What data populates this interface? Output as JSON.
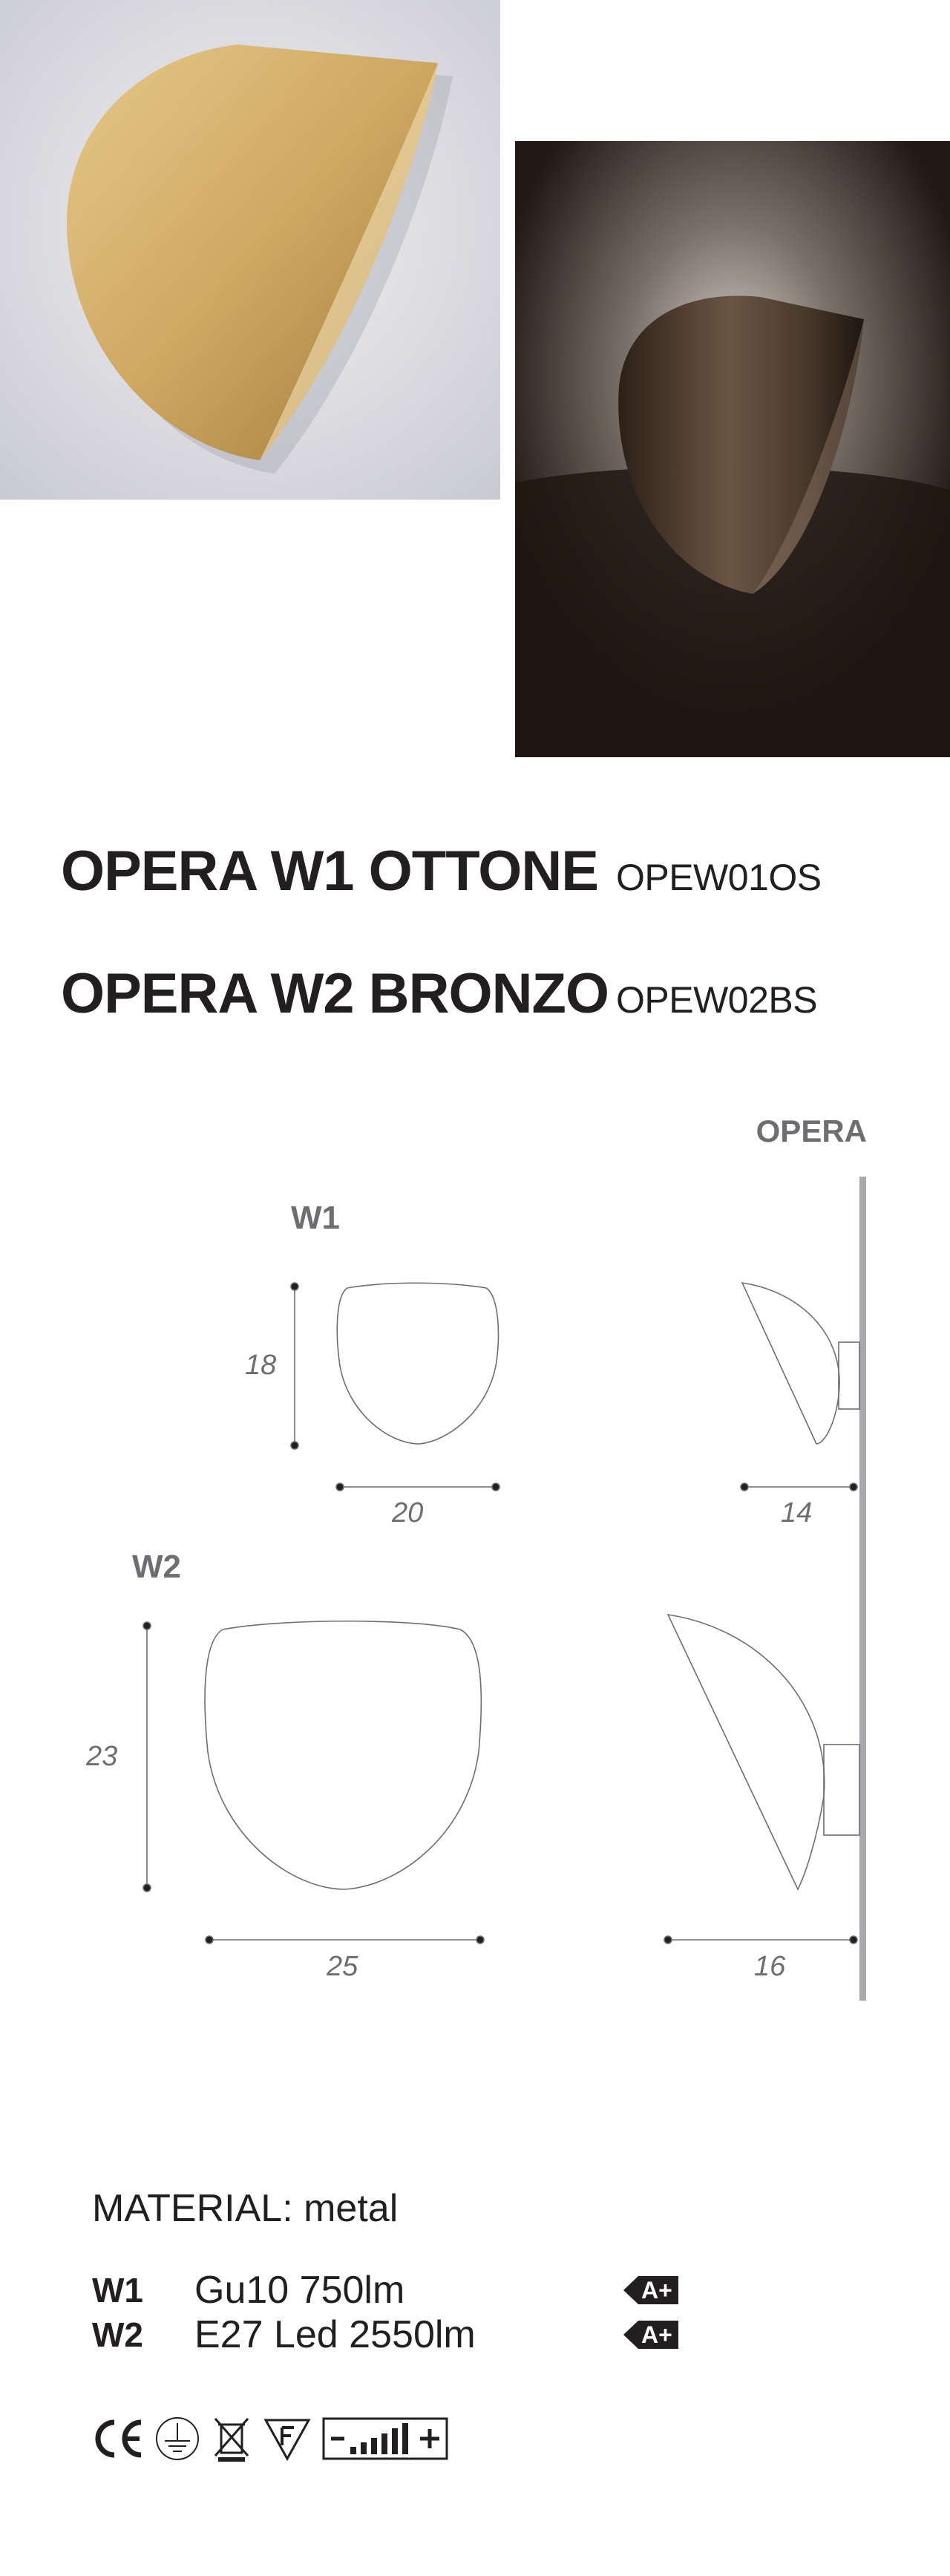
{
  "products": [
    {
      "name": "OPERA W1 OTTONE",
      "code": "OPEW01OS"
    },
    {
      "name": "OPERA W2 BRONZO",
      "code": "OPEW02BS"
    }
  ],
  "collection": "OPERA",
  "drawings": {
    "w1": {
      "label": "W1",
      "height": "18",
      "width": "20",
      "depth": "14"
    },
    "w2": {
      "label": "W2",
      "height": "23",
      "width": "25",
      "depth": "16"
    }
  },
  "material": "MATERIAL: metal",
  "specs": [
    {
      "model": "W1",
      "desc": "Gu10 750lm",
      "energy": "A+"
    },
    {
      "model": "W2",
      "desc": "E27 Led 2550lm",
      "energy": "A+"
    }
  ],
  "certifications": [
    "ce-icon",
    "ground-icon",
    "weee-bin-icon",
    "f-mark-icon",
    "dimmable-icon"
  ],
  "colors": {
    "brass": "#c9a35f",
    "bronze": "#4a3a2c",
    "text": "#231f20",
    "grey": "#6d6e71"
  }
}
